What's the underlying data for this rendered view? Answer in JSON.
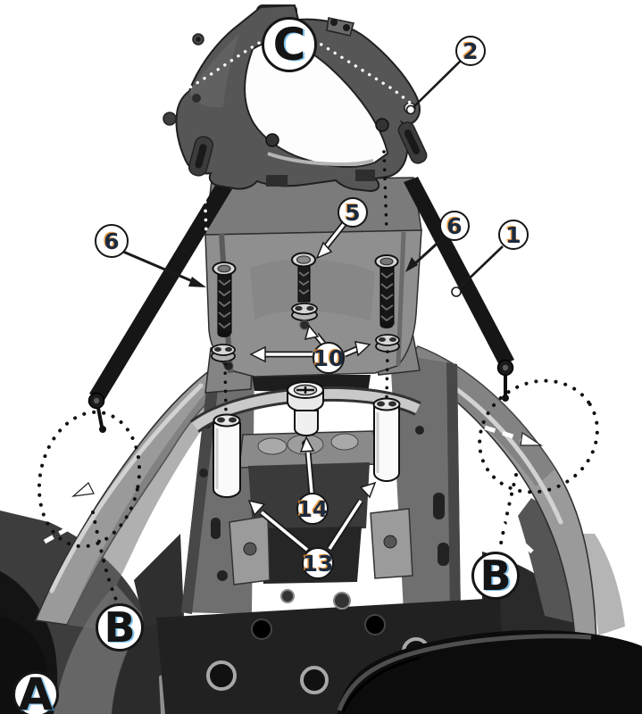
{
  "figure": {
    "kind": "motorcycle rear-rack assembly diagram",
    "callouts": {
      "c": {
        "label": "C"
      },
      "a": {
        "label": "A"
      },
      "b_left": {
        "label": "B"
      },
      "b_right": {
        "label": "B"
      },
      "n1": {
        "label": "1"
      },
      "n2": {
        "label": "2"
      },
      "n5": {
        "label": "5"
      },
      "n6_left": {
        "label": "6"
      },
      "n6_right": {
        "label": "6"
      },
      "n10": {
        "label": "10"
      },
      "n13": {
        "label": "13"
      },
      "n14": {
        "label": "14"
      }
    },
    "colors": {
      "background": "#ffffff",
      "callout_border": "#161616",
      "number_text": "#1c2a3e",
      "number_fringe": "#ee8e28",
      "letter_text": "#141414",
      "letter_fringe": "#48aae4",
      "metal_dark": "#565656",
      "metal_mid": "#8f8f8f",
      "stay_black": "#161616"
    }
  }
}
